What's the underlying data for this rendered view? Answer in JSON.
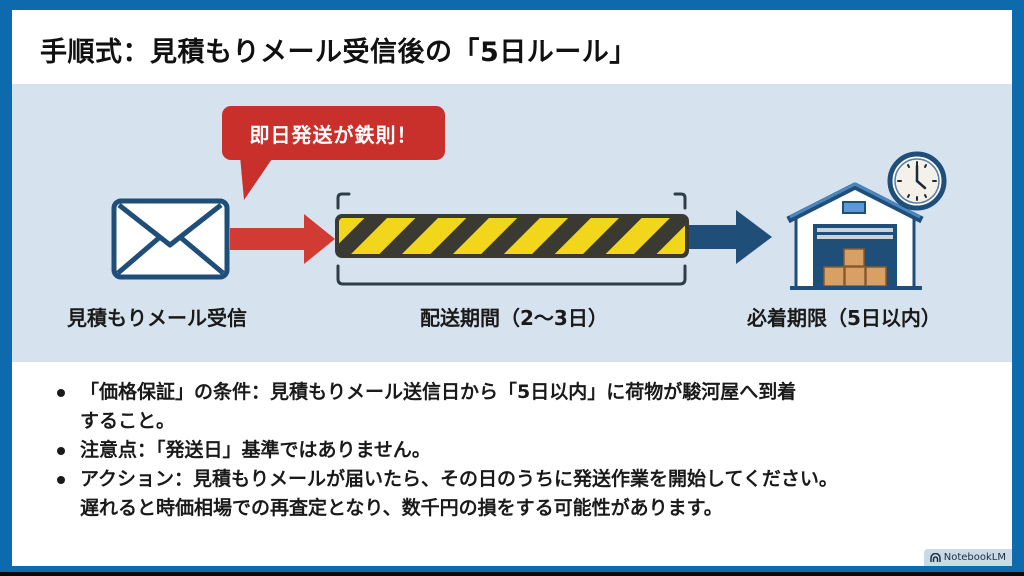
{
  "slide": {
    "title": "手順式：見積もりメール受信後の「5日ルール」"
  },
  "diagram": {
    "callout": "即日発送が鉄則！",
    "steps": [
      {
        "icon": "envelope-icon",
        "label": "見積もりメール受信"
      },
      {
        "icon": "hazard-stripe-bar-icon",
        "label": "配送期間（2〜3日）"
      },
      {
        "icon": "warehouse-clock-icon",
        "label": "必着期限（5日以内）"
      }
    ],
    "colors": {
      "background": "#d6e3ee",
      "navy": "#1f4e79",
      "red": "#c9302c",
      "hazard_yellow": "#f2d61c",
      "hazard_dark": "#3a3a32",
      "box": "#d9a066"
    }
  },
  "bullets": [
    {
      "line1": "「価格保証」の条件：見積もりメール送信日から「5日以内」に荷物が駿河屋へ到着",
      "line2": "すること。"
    },
    {
      "line1": "注意点：「発送日」基準ではありません。"
    },
    {
      "line1": "アクション：見積もりメールが届いたら、その日のうちに発送作業を開始してください。",
      "line2": "遅れると時価相場での再査定となり、数千円の損をする可能性があります。"
    }
  ],
  "watermark": {
    "label": "NotebookLM"
  },
  "frame_color": "#0d6aad"
}
